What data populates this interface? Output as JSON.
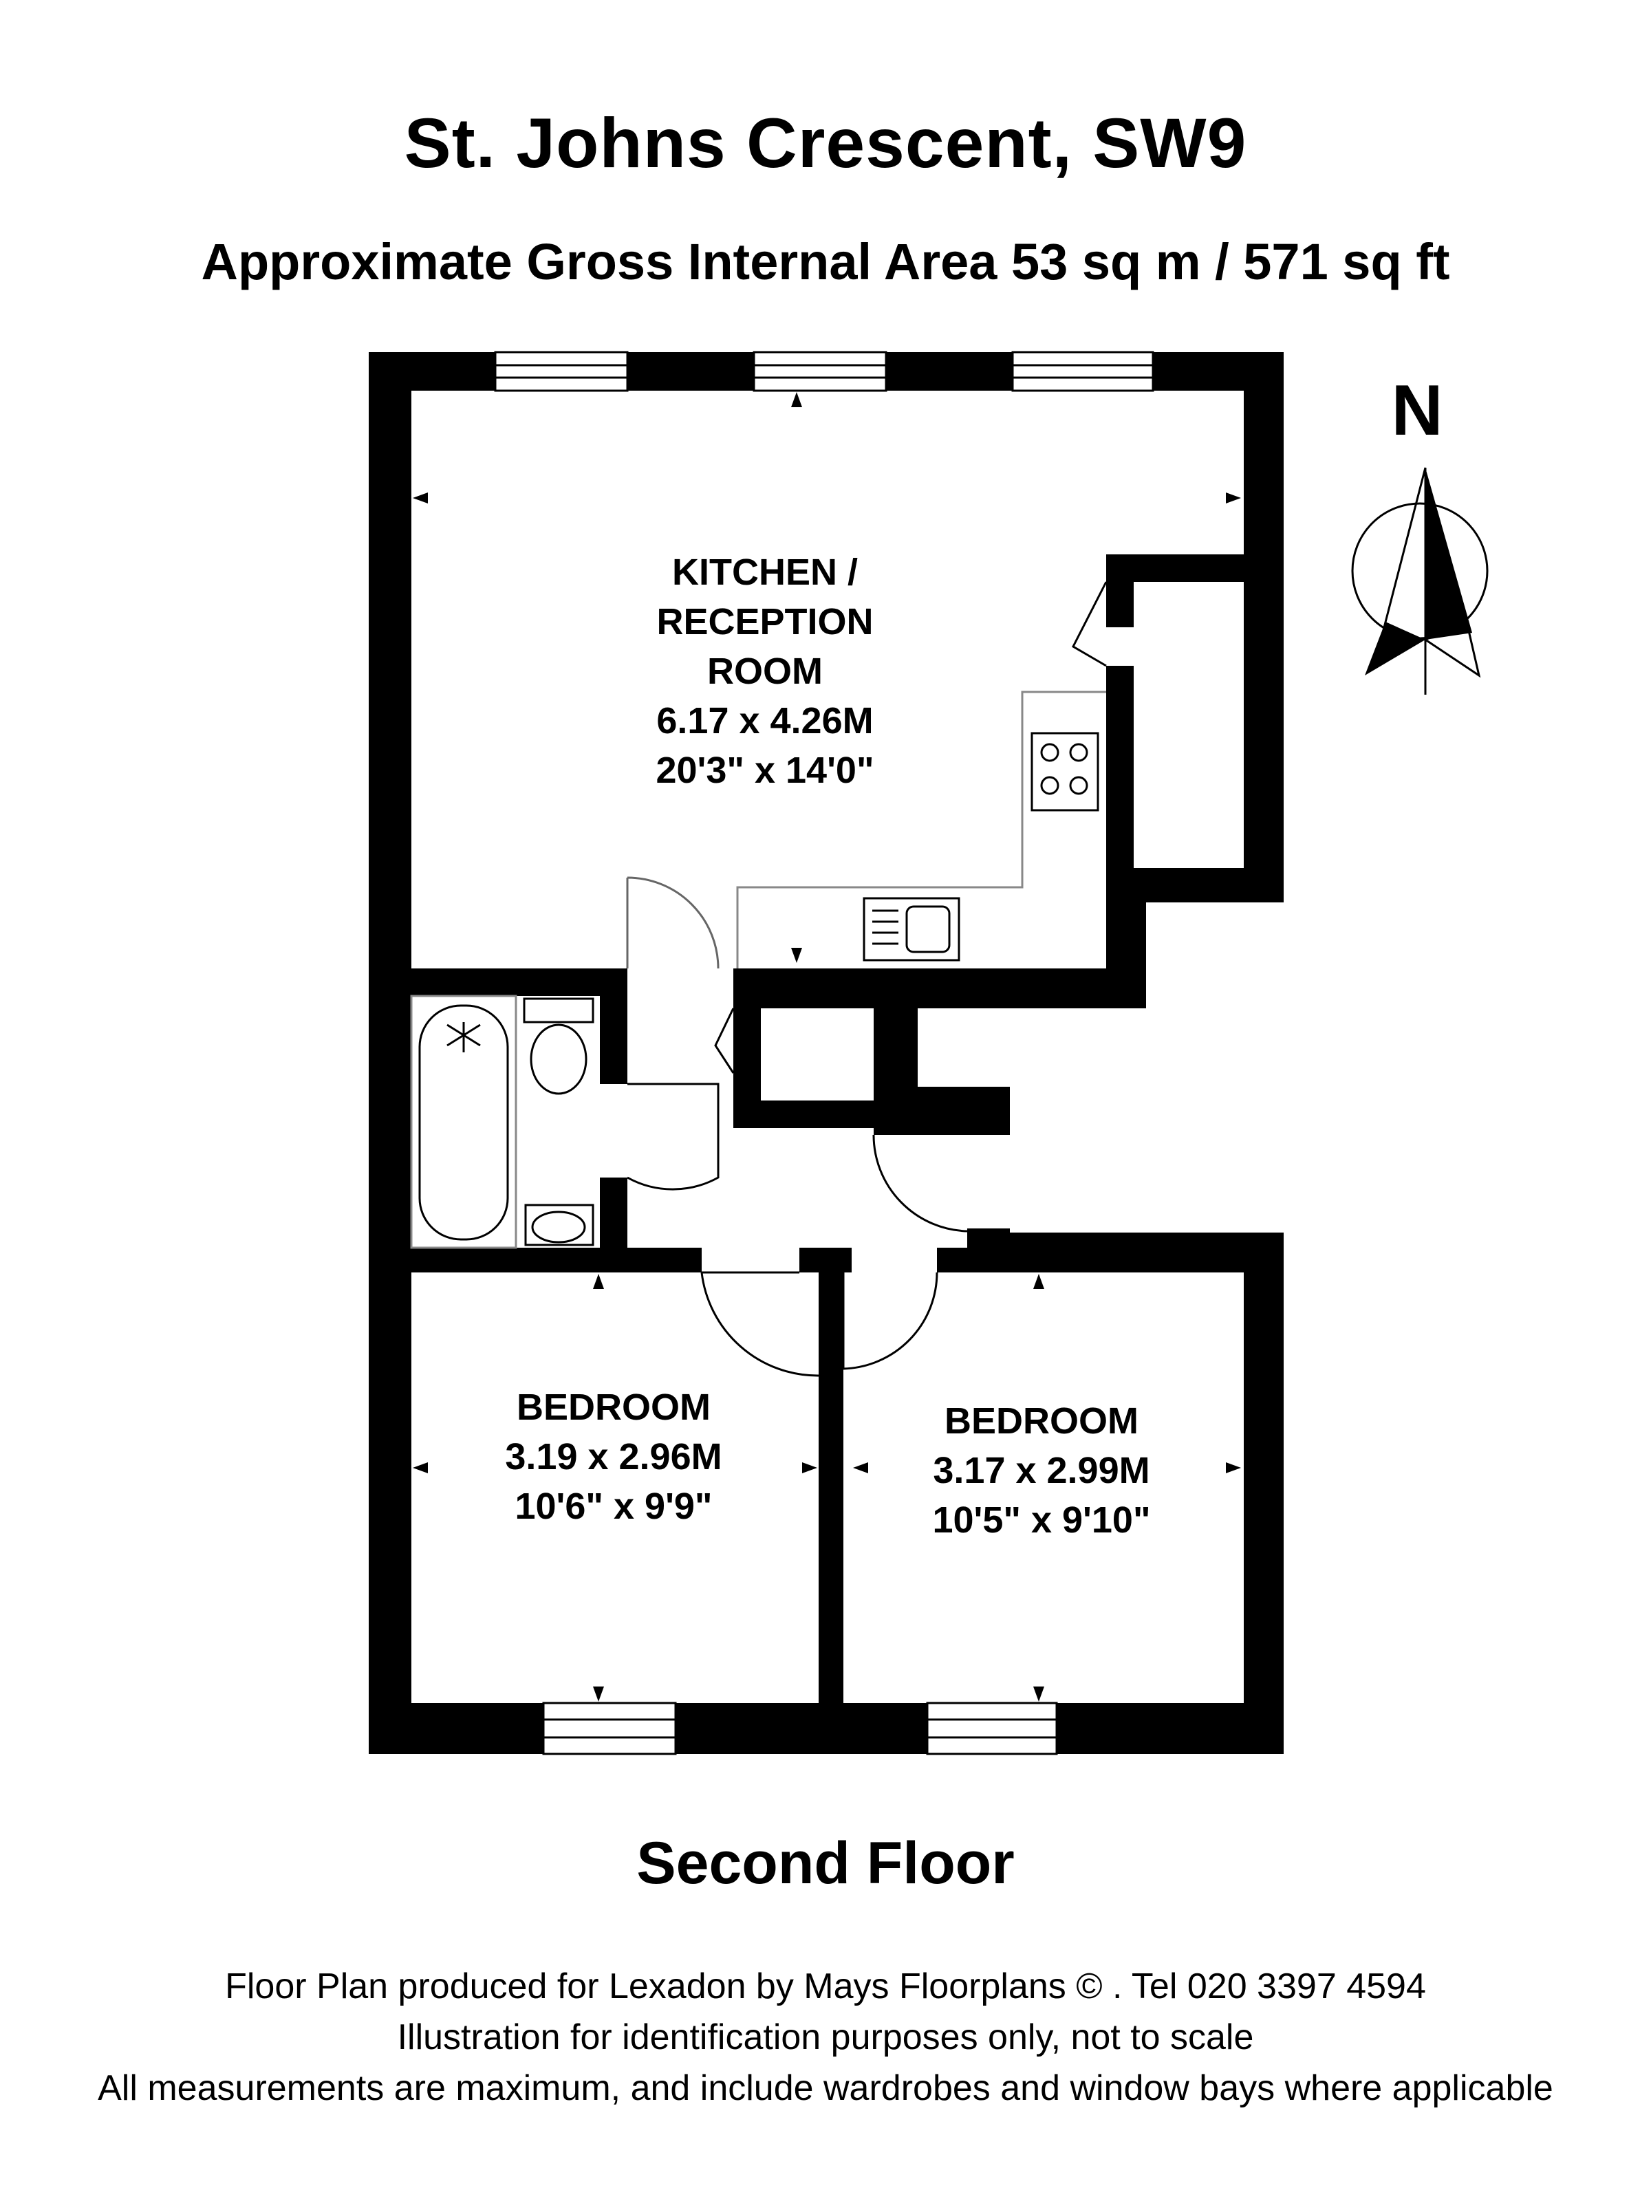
{
  "header": {
    "title": "St. Johns Crescent, SW9",
    "area": "Approximate Gross Internal Area 53 sq m  /  571 sq ft"
  },
  "compass": {
    "label": "N"
  },
  "rooms": {
    "kitchen": {
      "line1": "KITCHEN /",
      "line2": "RECEPTION",
      "line3": "ROOM",
      "metric": "6.17 x 4.26M",
      "imperial": "20'3\" x 14'0\""
    },
    "bedroom_left": {
      "name": "BEDROOM",
      "metric": "3.19 x 2.96M",
      "imperial": "10'6\" x 9'9\""
    },
    "bedroom_right": {
      "name": "BEDROOM",
      "metric": "3.17 x 2.99M",
      "imperial": "10'5\" x 9'10\""
    }
  },
  "floor": {
    "label": "Second Floor"
  },
  "footer": {
    "line1": "Floor Plan produced for Lexadon by Mays Floorplans  © . Tel 020 3397 4594",
    "line2": "Illustration for identification purposes only, not to scale",
    "line3": "All measurements are maximum, and include wardrobes and window bays where applicable"
  }
}
